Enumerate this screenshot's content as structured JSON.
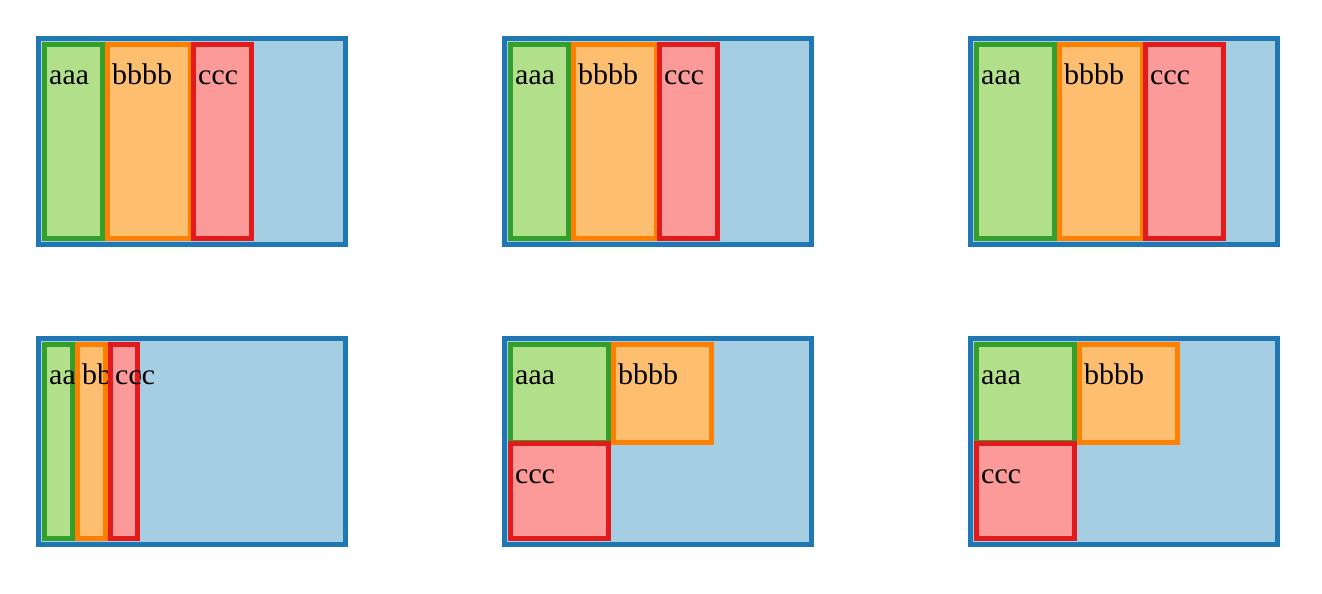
{
  "colors": {
    "container_border": "#1f78b4",
    "container_fill": "#a6cee3",
    "item_a_border": "#33a02c",
    "item_a_fill": "#b2df8a",
    "item_b_border": "#ff7f00",
    "item_b_fill": "#fdbf6f",
    "item_c_border": "#e31a1c",
    "item_c_fill": "#fb9a99"
  },
  "panels": [
    {
      "items": [
        "aaa",
        "bbbb",
        "ccc"
      ]
    },
    {
      "items": [
        "aaa",
        "bbbb",
        "ccc"
      ]
    },
    {
      "items": [
        "aaa",
        "bbbb",
        "ccc"
      ]
    },
    {
      "items": [
        "aaa",
        "bbbb",
        "ccc"
      ]
    },
    {
      "items": [
        "aaa",
        "bbbb",
        "ccc"
      ]
    },
    {
      "items": [
        "aaa",
        "bbbb",
        "ccc"
      ]
    }
  ]
}
